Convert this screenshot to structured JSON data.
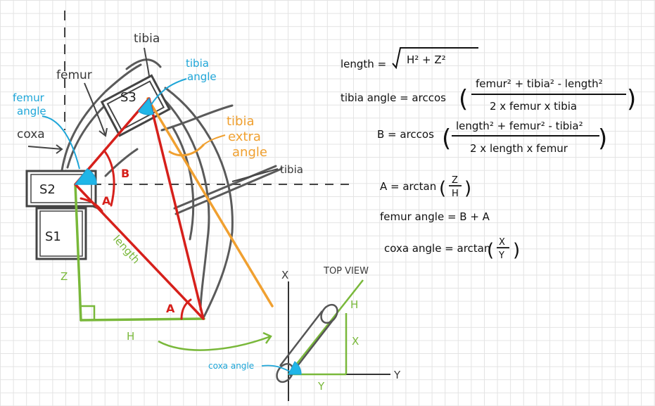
{
  "labels": {
    "tibia_top": "tibia",
    "tibia_angle_1": "tibia",
    "tibia_angle_2": "angle",
    "femur": "femur",
    "femur_angle_1": "femur",
    "femur_angle_2": "angle",
    "coxa": "coxa",
    "s3": "S3",
    "s2": "S2",
    "s1": "S1",
    "b": "B",
    "a_upper": "A",
    "a_lower": "A",
    "length": "length",
    "z": "Z",
    "h": "H",
    "tibia_extra_1": "tibia",
    "tibia_extra_2": "extra",
    "tibia_extra_3": "angle",
    "tibia_right": "tibia"
  },
  "equations": {
    "length_lhs": "length =",
    "length_rhs": "H² + Z²",
    "tibia_lhs": "tibia angle = arccos",
    "tibia_num": "femur² + tibia² - length²",
    "tibia_den": "2 x femur x tibia",
    "b_lhs": "B = arccos",
    "b_num": "length² + femur² - tibia²",
    "b_den": "2 x length x femur",
    "a_lhs": "A = arctan",
    "a_num": "Z",
    "a_den": "H",
    "femur_angle": "femur angle = B + A",
    "coxa_lhs": "coxa angle = arctan",
    "coxa_num": "X",
    "coxa_den": "Y"
  },
  "top_view": {
    "title": "TOP VIEW",
    "x_axis": "X",
    "y_axis": "Y",
    "h": "H",
    "x": "X",
    "y": "Y",
    "coxa_angle": "coxa angle"
  },
  "colors": {
    "red": "#d6201b",
    "green": "#79b83a",
    "blue": "#1fa6d8",
    "orange": "#f0a030",
    "gray": "#555555"
  }
}
